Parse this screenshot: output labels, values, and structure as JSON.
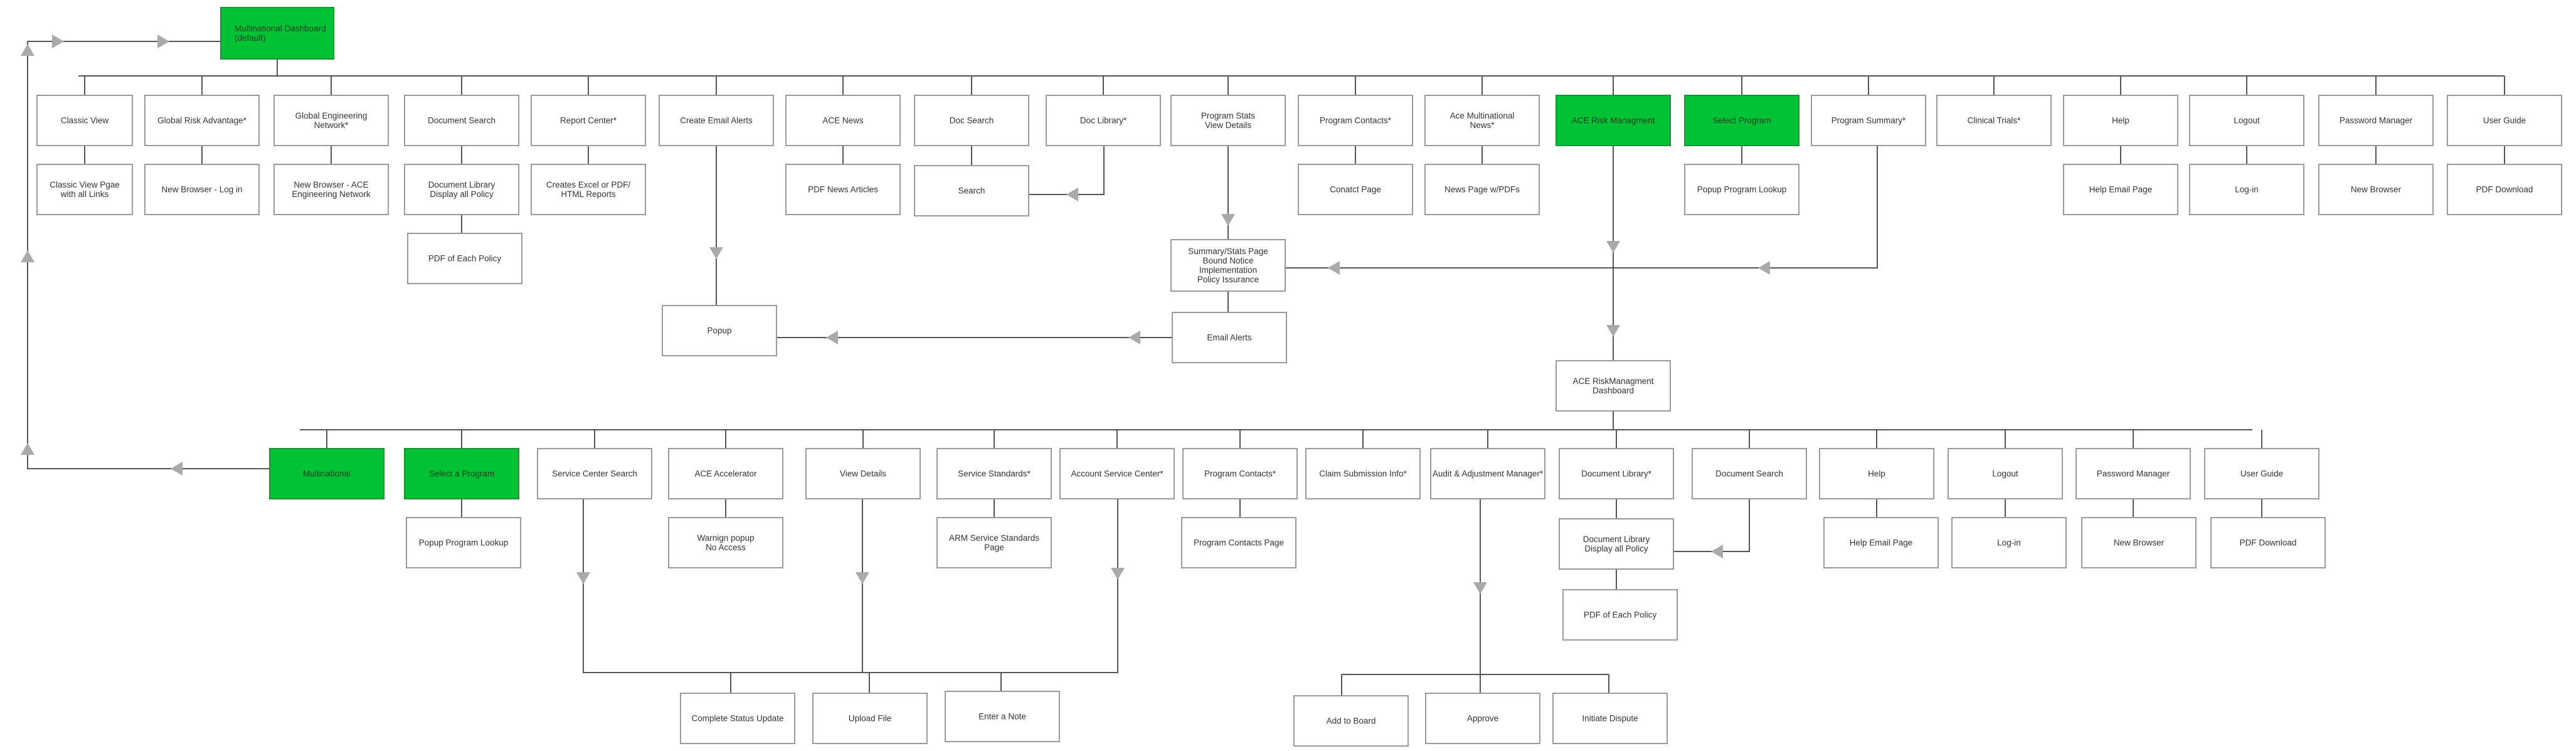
{
  "colors": {
    "line": "#555555",
    "box_border": "#9a9a9a",
    "green": "#00c234",
    "arrow": "#aaaaaa",
    "text": "#333333"
  },
  "nodes": {
    "dashboard": [
      "Multinational Dashboard",
      "(default)"
    ],
    "classic_view": [
      "Classic View"
    ],
    "global_risk": [
      "Global Risk Advantage*"
    ],
    "global_eng": [
      "Global Engineering",
      "Network*"
    ],
    "doc_search_top": [
      "Document Search"
    ],
    "report_center": [
      "Report Center*"
    ],
    "create_email": [
      "Create Email Alerts"
    ],
    "ace_news": [
      "ACE News"
    ],
    "doc_search2": [
      "Doc Search"
    ],
    "doc_library": [
      "Doc Library*"
    ],
    "program_stats": [
      "Program Stats",
      "View Details"
    ],
    "program_contacts_top": [
      "Program Contacts*"
    ],
    "ace_multi_news": [
      "Ace Multinational",
      "News*"
    ],
    "ace_risk_top": [
      "ACE Risk Managment"
    ],
    "select_program_top": [
      "Select Program"
    ],
    "program_summary": [
      "Program Summary*"
    ],
    "clinical_trials": [
      "Clinical Trials*"
    ],
    "help_top": [
      "Help"
    ],
    "logout_top": [
      "Logout"
    ],
    "password_top": [
      "Password Manager"
    ],
    "user_guide_top": [
      "User Guide"
    ],
    "classic_all": [
      "Classic View Pgae",
      "with all Links"
    ],
    "new_browser_login": [
      "New Browser - Log in"
    ],
    "new_browser_ace": [
      "New Browser - ACE",
      "Engineering Network"
    ],
    "doc_library_display_top": [
      "Document Library",
      "Display all Policy"
    ],
    "creates_excel": [
      "Creates Excel or PDF/",
      "HTML Reports"
    ],
    "pdf_news": [
      "PDF News Articles"
    ],
    "search": [
      "Search"
    ],
    "contact_page": [
      "Conatct Page"
    ],
    "news_pdfs": [
      "News Page w/PDFs"
    ],
    "popup_lookup_top": [
      "Popup Program Lookup"
    ],
    "help_email_top": [
      "Help Email Page"
    ],
    "login_top": [
      "Log-in"
    ],
    "new_browser_top": [
      "New Browser"
    ],
    "pdf_download_top": [
      "PDF Download"
    ],
    "pdf_each_top": [
      "PDF of Each Policy"
    ],
    "summary_stats": [
      "Summary/Stats Page",
      "Bound Notice",
      "Implementation",
      "Policy Issurance"
    ],
    "email_alerts": [
      "Email Alerts"
    ],
    "popup": [
      "Popup"
    ],
    "ace_risk_dashboard": [
      "ACE RiskManagment",
      "Dashboard"
    ],
    "multinational": [
      "Multinational"
    ],
    "select_program_bottom": [
      "Select a Program"
    ],
    "service_center_search": [
      "Service Center Search"
    ],
    "ace_accelerator": [
      "ACE Accelerator"
    ],
    "view_details": [
      "View Details"
    ],
    "service_standards": [
      "Service Standards*"
    ],
    "account_service": [
      "Account Service Center*"
    ],
    "program_contacts_bottom": [
      "Program Contacts*"
    ],
    "claim_submission": [
      "Claim Submission Info*"
    ],
    "audit_adjustment": [
      "Audit & Adjustment Manager*"
    ],
    "doc_library_bottom": [
      "Document Library*"
    ],
    "doc_search_bottom": [
      "Document Search"
    ],
    "help_bottom": [
      "Help"
    ],
    "logout_bottom": [
      "Logout"
    ],
    "password_bottom": [
      "Password Manager"
    ],
    "user_guide_bottom": [
      "User Guide"
    ],
    "popup_lookup_bottom": [
      "Popup Program Lookup"
    ],
    "warning_popup": [
      "Warnign popup",
      "No Access"
    ],
    "arm_standards": [
      "ARM Service Standards",
      "Page"
    ],
    "program_contacts_page": [
      "Program Contacts Page"
    ],
    "doc_library_display_bottom": [
      "Document Library",
      "Display all Policy"
    ],
    "help_email_bottom": [
      "Help Email Page"
    ],
    "login_bottom": [
      "Log-in"
    ],
    "new_browser_bottom": [
      "New Browser"
    ],
    "pdf_download_bottom": [
      "PDF Download"
    ],
    "pdf_each_bottom": [
      "PDF of Each Policy"
    ],
    "complete_status": [
      "Complete Status Update"
    ],
    "upload_file": [
      "Upload File"
    ],
    "enter_note": [
      "Enter a Note"
    ],
    "add_board": [
      "Add to Board"
    ],
    "approve": [
      "Approve"
    ],
    "initiate_dispute": [
      "Initiate Dispute"
    ]
  }
}
